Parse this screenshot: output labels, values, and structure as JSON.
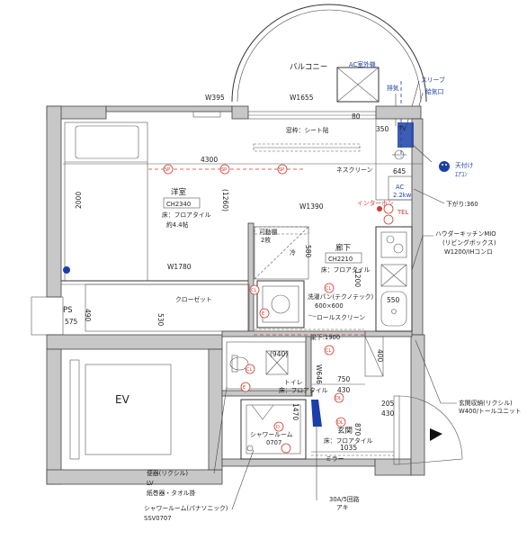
{
  "colors": {
    "red": "#d4372c",
    "blue": "#1b3fa6",
    "wall": "#c7c7c7",
    "ink": "#222222"
  },
  "rooms": {
    "balcony": "バルコニー",
    "youshitsu": "洋室",
    "youshitsu_code": "CH2340",
    "youshitsu_floor": "床：フロアタイル",
    "youshitsu_size": "約4.4帖",
    "closet": "クローゼット",
    "ps": "PS",
    "ev": "EV",
    "hallway": "廊下",
    "hallway_code": "CH2210",
    "hallway_floor": "床：フロアタイル",
    "toilet": "トイレ",
    "toilet_floor": "床：フロアタイル",
    "entrance": "玄関",
    "entrance_floor": "床：フロアタイル",
    "shower": "シャワールーム",
    "shower_code": "0707",
    "shelf": "可動棚",
    "shelf_count": "2枚",
    "fridge": "冷",
    "washer_pan": "洗濯パン(テクノテック)",
    "washer_size": "600×600",
    "roll_screen": "ロールスクリーン",
    "window_sheet": "窓枠：シート貼",
    "tension_screen": "ネスクリーン"
  },
  "dims": {
    "w395": "W395",
    "w1655": "W1655",
    "d80": "80",
    "d4300": "4300",
    "d1260": "(1260)",
    "d2000": "2000",
    "w1390": "W1390",
    "d580": "580",
    "d1200": "1200",
    "w1780": "W1780",
    "d530": "530",
    "d575": "575",
    "d490": "490",
    "d350": "350",
    "d645": "645",
    "beam1900": "梁下:1900",
    "w646": "W646",
    "d750": "750",
    "d430_1": "430",
    "d1470": "1470",
    "d870": "870",
    "d400": "400",
    "d205": "205",
    "d430_2": "430",
    "d1035": "1035",
    "d550": "550",
    "d940": "(940)",
    "mirror": "ミラー"
  },
  "callouts": {
    "ac_outdoor": "AC室外機",
    "exhaust": "排気",
    "sleeve": "スリーブ",
    "supply_vent": "給気口",
    "tv": "TV",
    "ceiling_ac": "天付け",
    "ceiling_ac_sub": "ｴｱｺﾝ",
    "ac": "AC",
    "ac_power": "2.2kw",
    "sagari": "下がり:360",
    "interphone": "インターホン",
    "tel": "TEL",
    "kitchen": "ハウダーキッチンMIO",
    "kitchen_sub": "(リビングボックス)",
    "kitchen_size": "W1200/IHコンロ",
    "shoe_storage": "玄関収納(リクシル)",
    "shoe_storage_sub": "W400/トールユニット",
    "breaker": "30A/5回路",
    "breaker_sub": "アキ",
    "toilet_lixil": "便器(リクシル)",
    "toilet_lv": "LV",
    "toilet_paper": "紙巻器・タオル掛",
    "shower_room": "シャワールーム(パナソニック)",
    "shower_model": "SSV0707"
  },
  "symbols": {
    "sp": "SP",
    "cl": "CL",
    "dl": "DL",
    "e": "E",
    "d": "D",
    "tv_outlet": "TV"
  }
}
